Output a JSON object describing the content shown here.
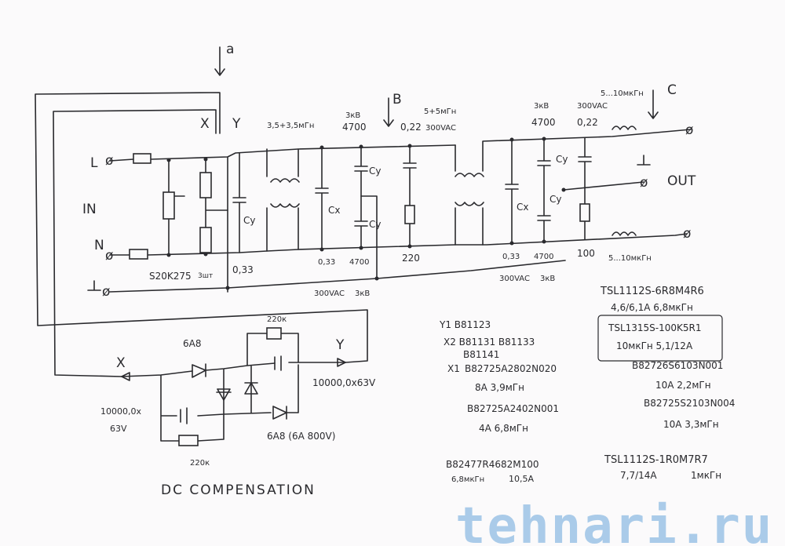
{
  "markers": {
    "a": "a",
    "b": "B",
    "c": "C",
    "x": "X",
    "y": "Y"
  },
  "terminals": {
    "l": "L",
    "n": "N",
    "in": "IN",
    "out": "OUT"
  },
  "input_stage": {
    "varistor": "S20K275",
    "varistor_qty": "3шт",
    "cap_x": "0,33",
    "cy_label": "Cy"
  },
  "choke1": {
    "value": "3,5+3,5мГн"
  },
  "stage1": {
    "cy_voltage": "3кВ",
    "cy_value": "4700",
    "cap_x": "0,22",
    "cap_x_voltage": "300VAC",
    "cx_bottom": "0,33",
    "cy_bottom": "4700",
    "res": "220",
    "rail_note_a": "300VAC",
    "rail_note_b": "3кВ",
    "cx": "Cx",
    "cy": "Cy"
  },
  "choke2": {
    "value": "5+5мГн"
  },
  "stage2": {
    "cy_voltage": "3кВ",
    "cy_value": "4700",
    "cap_x": "0,22",
    "cap_x_voltage": "300VAC",
    "cx_bottom": "0,33",
    "cy_bottom": "4700",
    "res": "100",
    "rail_note_a": "300VAC",
    "rail_note_b": "3кВ",
    "cx": "Cx",
    "cy": "Cy"
  },
  "output_chokes": {
    "top": "5...10мкГн",
    "bottom": "5...10мкГн"
  },
  "dc_comp": {
    "title": "DC COMPENSATION",
    "diode_top": "6A8",
    "diode_bottom": "6A8 (6A 800V)",
    "res_top": "220к",
    "res_bottom": "220к",
    "cap_left": "10000,0х",
    "cap_left_v": "63V",
    "cap_right": "10000,0х63V"
  },
  "notes": {
    "y1": "Y1  B81123",
    "x2": "X2 B81131  B81133",
    "x2b": "B81141",
    "x1": "X1",
    "p1": "B82725A2802N020",
    "p1v": "8A  3,9мГн",
    "p2": "B82725A2402N001",
    "p2v": "4A  6,8мГн",
    "p3": "B82477R4682M100",
    "p3a": "6,8мкГн",
    "p3b": "10,5A",
    "t1": "TSL1112S-6R8M4R6",
    "t1v": "4,6/6,1A  6,8мкГн",
    "t2": "TSL1315S-100K5R1",
    "t2v": "10мкГн  5,1/12A",
    "p4": "B82726S6103N001",
    "p4v": "10A  2,2мГн",
    "p5": "B82725S2103N004",
    "p5v": "10A  3,3мГн",
    "t3": "TSL1112S-1R0M7R7",
    "t3a": "7,7/14A",
    "t3b": "1мкГн"
  },
  "watermark": "tehnari.ru"
}
